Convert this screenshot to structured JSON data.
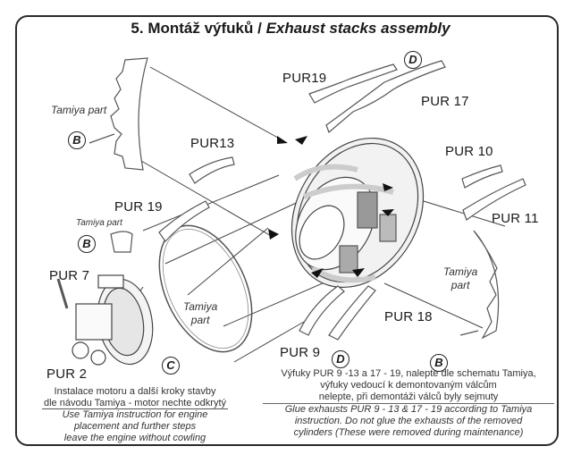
{
  "title": {
    "number": "5.",
    "cz": "Montáž výfuků /",
    "en": "Exhaust stacks assembly"
  },
  "part_labels": {
    "pur19_top": "PUR19",
    "pur17": "PUR 17",
    "pur13": "PUR13",
    "pur10": "PUR  10",
    "pur11": "PUR 11",
    "pur19_left": "PUR 19",
    "pur7": "PUR 7",
    "pur2": "PUR 2",
    "pur18": "PUR 18",
    "pur9": "PUR 9"
  },
  "tamiya_labels": {
    "cowl_left": "Tamiya part",
    "small_part": "Tamiya part",
    "ring_line1": "Tamiya",
    "ring_line2": "part",
    "cowl_right_line1": "Tamiya",
    "cowl_right_line2": "part"
  },
  "badges": {
    "b_cowl_left": "B",
    "b_small": "B",
    "c_engine": "C",
    "d_top": "D",
    "d_bottom": "D",
    "b_bottom": "B"
  },
  "notes": {
    "left": {
      "cz_line1": "Instalace motoru a další kroky stavby",
      "cz_line2": "dle návodu Tamiya - motor nechte odkrytý",
      "en_line1": "Use Tamiya instruction for engine",
      "en_line2": "placement and further steps",
      "en_line3": "leave the engine without cowling"
    },
    "right": {
      "cz_line1": "Výfuky PUR 9 -13 a 17 - 19, nalepte dle schematu Tamiya,",
      "cz_line2": "výfuky  vedoucí k demontovaným válcům",
      "cz_line3": "nelepte, při demontáži válců byly sejmuty",
      "en_line1": "Glue exhausts PUR 9 - 13 & 17 - 19 according to Tamiya",
      "en_line2": "instruction. Do not glue the exhausts of the removed",
      "en_line3": "cylinders (These were removed during maintenance)"
    }
  }
}
